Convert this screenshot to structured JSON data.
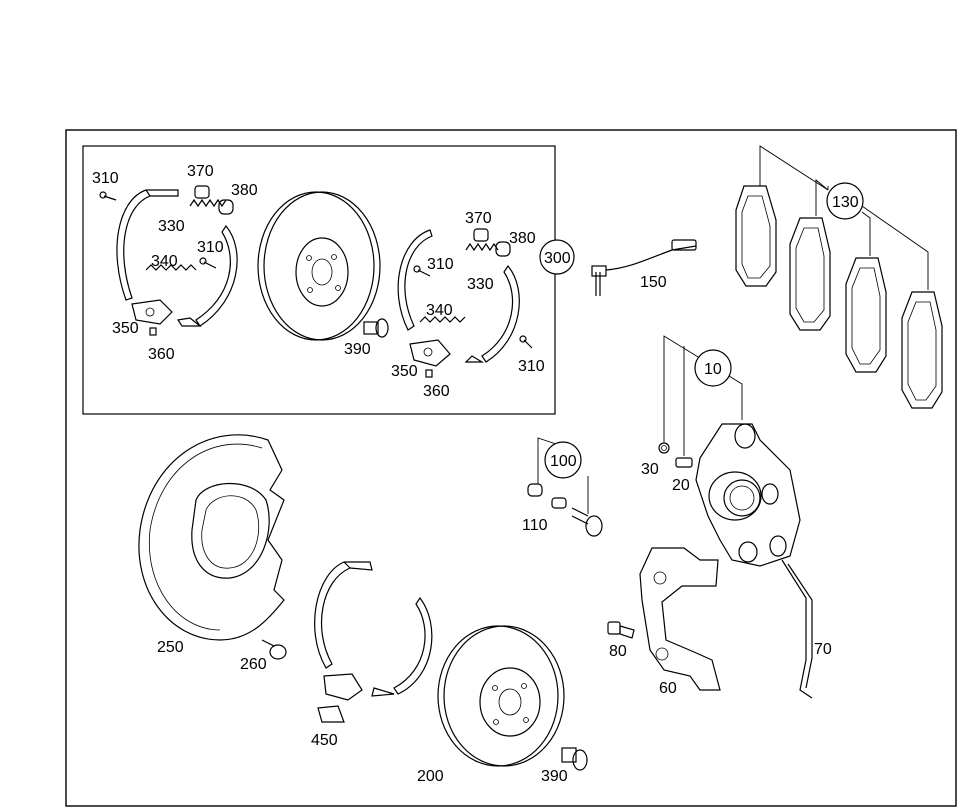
{
  "diagram": {
    "labels": {
      "p300": "300",
      "p150": "150",
      "p130": "130",
      "p10": "10",
      "p100": "100",
      "p110": "110",
      "p30": "30",
      "p20": "20",
      "p310a": "310",
      "p370a": "370",
      "p380a": "380",
      "p330a": "330",
      "p310b": "310",
      "p340a": "340",
      "p350a": "350",
      "p360a": "360",
      "p370b": "370",
      "p380b": "380",
      "p310c": "310",
      "p330b": "330",
      "p340b": "340",
      "p390a": "390",
      "p350b": "350",
      "p360b": "360",
      "p310d": "310",
      "p250": "250",
      "p260": "260",
      "p450": "450",
      "p200": "200",
      "p390b": "390",
      "p80": "80",
      "p60": "60",
      "p70": "70"
    }
  }
}
